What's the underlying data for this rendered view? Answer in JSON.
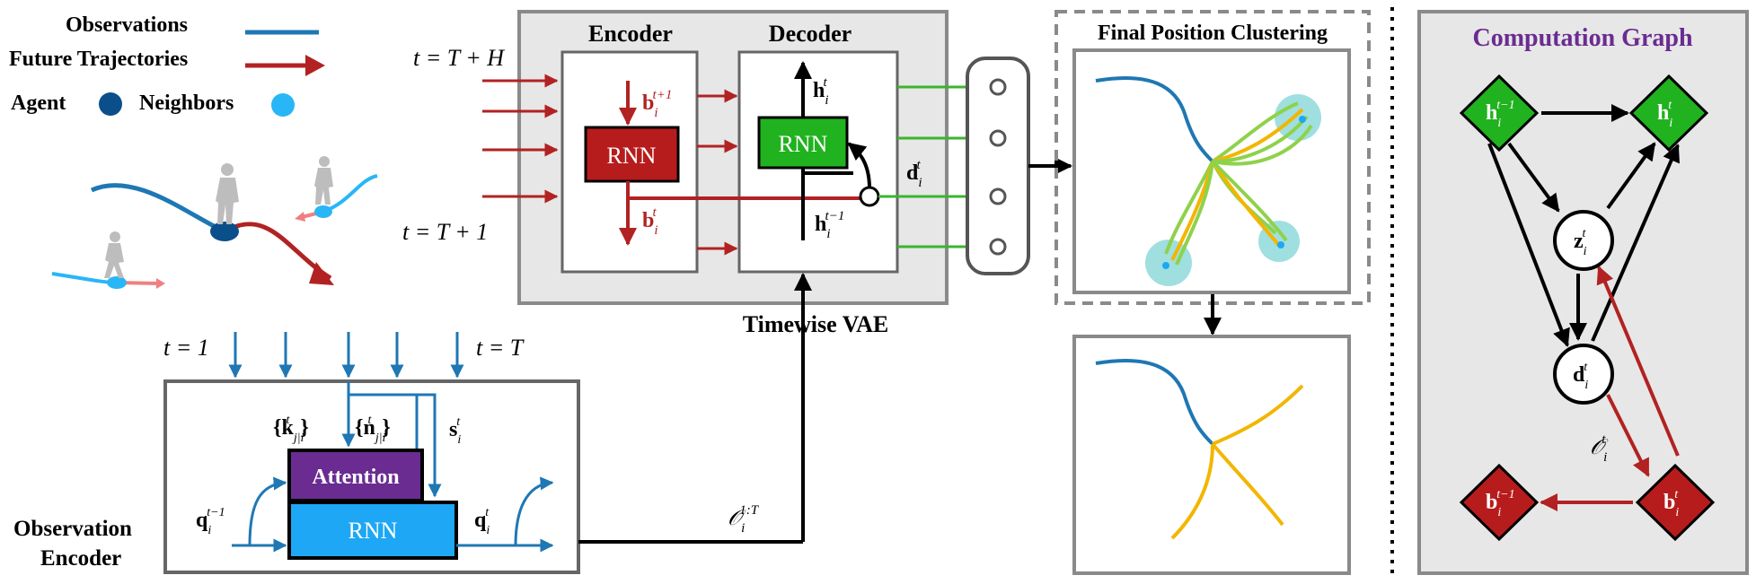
{
  "colors": {
    "observation_blue": "#1f77b4",
    "future_red": "#b22222",
    "agent_dark_blue": "#0b4f8a",
    "neighbor_light_blue": "#29b6f6",
    "rnn_red": "#b71c1c",
    "rnn_green": "#21b21f",
    "attention_purple": "#6a2c91",
    "rnn_blue": "#1ea7f4",
    "output_green": "#3bb52c",
    "gray_panel": "#e7e7e7",
    "cluster_orange": "#f2b600",
    "cluster_green": "#8ed24a",
    "cluster_blob": "#8fd9d9",
    "graph_title_purple": "#6a2c91"
  },
  "legend": {
    "observations": "Observations",
    "future_trajectories": "Future Trajectories",
    "agent": "Agent",
    "neighbors": "Neighbors"
  },
  "vae": {
    "encoder_title": "Encoder",
    "decoder_title": "Decoder",
    "encoder_rnn": "RNN",
    "decoder_rnn": "RNN",
    "time_top": "t = T + H",
    "time_bottom": "t = T + 1",
    "b_top_base": "b",
    "b_top_sub": "i",
    "b_top_sup": "t+1",
    "b_bottom_base": "b",
    "b_bottom_sub": "i",
    "b_bottom_sup": "t",
    "h_top_base": "h",
    "h_top_sub": "i",
    "h_top_sup": "t",
    "h_bottom_base": "h",
    "h_bottom_sub": "i",
    "h_bottom_sup": "t−1",
    "d_base": "d",
    "d_sub": "i",
    "d_sup": "t",
    "caption": "Timewise VAE"
  },
  "clustering": {
    "title": "Final Position Clustering"
  },
  "obs_encoder": {
    "label_line1": "Observation",
    "label_line2": "Encoder",
    "attention": "Attention",
    "rnn": "RNN",
    "time_start": "t = 1",
    "time_end": "t = T",
    "k_label": "{k",
    "k_sub": "j|i",
    "k_sup": "t",
    "k_close": "}",
    "n_label": "{n",
    "n_sub": "j|i",
    "n_sup": "t",
    "n_close": "}",
    "s_base": "s",
    "s_sub": "i",
    "s_sup": "t",
    "q_in_base": "q",
    "q_in_sub": "i",
    "q_in_sup": "t−1",
    "q_out_base": "q",
    "q_out_sub": "i",
    "q_out_sup": "t",
    "o_base": "𝒪",
    "o_sub": "i",
    "o_sup": "1:T"
  },
  "graph": {
    "title": "Computation Graph",
    "nodes": {
      "h_prev": {
        "base": "h",
        "sub": "i",
        "sup": "t−1"
      },
      "h_cur": {
        "base": "h",
        "sub": "i",
        "sup": "t"
      },
      "z": {
        "base": "z",
        "sub": "i",
        "sup": "t"
      },
      "d": {
        "base": "d",
        "sub": "i",
        "sup": "t"
      },
      "b_prev": {
        "base": "b",
        "sub": "i",
        "sup": "t−1"
      },
      "b_cur": {
        "base": "b",
        "sub": "i",
        "sup": "t"
      }
    },
    "edge_label": {
      "base": "𝒪",
      "sub": "i",
      "sup": "t"
    }
  }
}
